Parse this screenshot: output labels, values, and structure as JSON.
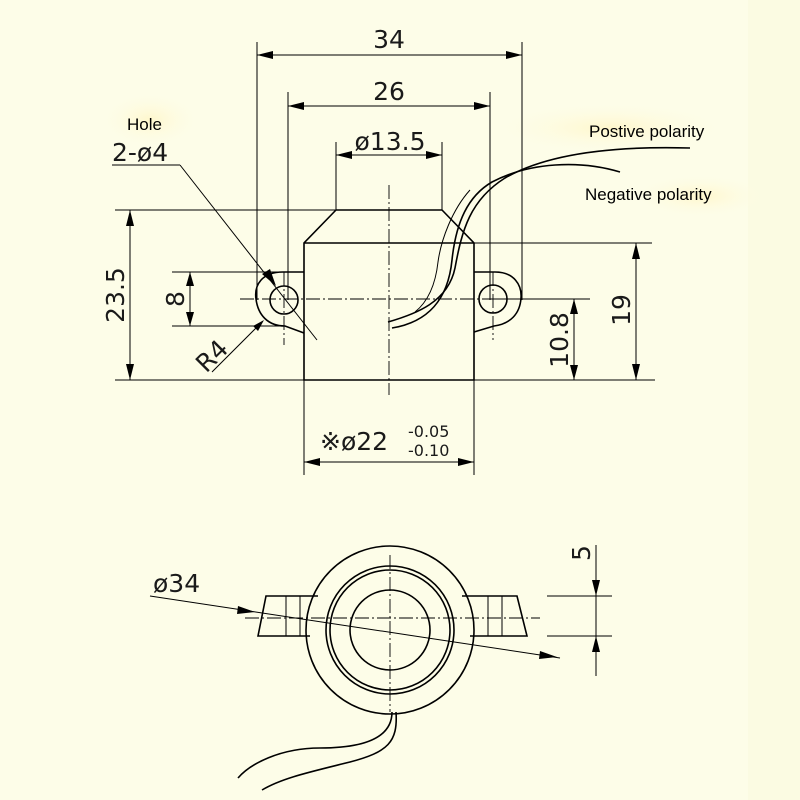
{
  "callouts": {
    "hole": "Hole",
    "positive": "Postive polarity",
    "negative": "Negative polarity"
  },
  "dimensions": {
    "width_34": "34",
    "width_26": "26",
    "dia_13_5": "ø13.5",
    "holes": "2-ø4",
    "height_23_5": "23.5",
    "hole_8": "8",
    "radius_r4": "R4",
    "height_19": "19",
    "height_10_8": "10.8",
    "dia_22": "※ø22",
    "tol_upper": "-0.05",
    "tol_lower": "-0.10",
    "dia_34": "ø34",
    "thick_5": "5"
  },
  "colors": {
    "background": "#fdfde8",
    "line": "#000000"
  }
}
